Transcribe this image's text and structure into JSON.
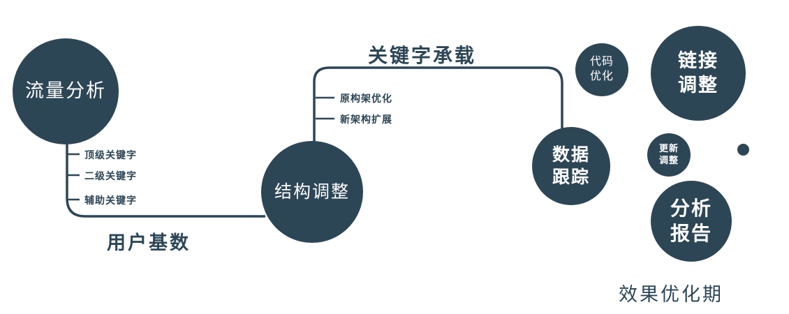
{
  "colors": {
    "primary": "#2d4656",
    "node_text": "#ffffff",
    "background": "#ffffff"
  },
  "nodes": {
    "traffic": {
      "label": "流量分析"
    },
    "structure": {
      "label": "结构调整"
    },
    "tracking": {
      "line1": "数据",
      "line2": "跟踪"
    },
    "code": {
      "line1": "代码",
      "line2": "优化"
    },
    "link": {
      "line1": "链接",
      "line2": "调整"
    },
    "update": {
      "line1": "更新",
      "line2": "调整"
    },
    "report": {
      "line1": "分析",
      "line2": "报告"
    }
  },
  "edge_labels": {
    "user_base": "用户基数",
    "keyword_carry": "关键字承载"
  },
  "branches": {
    "traffic": [
      "顶级关键字",
      "二级关键字",
      "辅助关键字"
    ],
    "structure": [
      "原构架优化",
      "新架构扩展"
    ]
  },
  "footer": {
    "label": "效果优化期"
  }
}
